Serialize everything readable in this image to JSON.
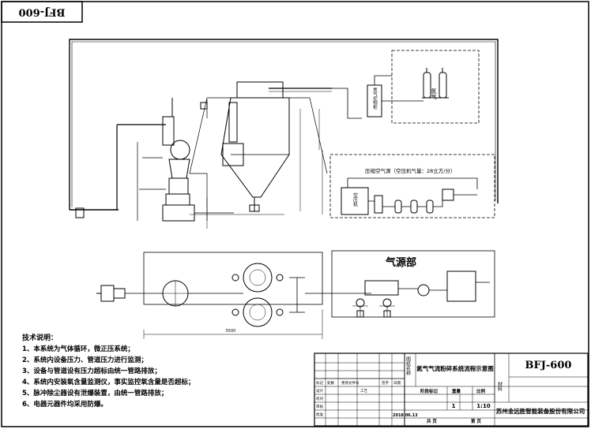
{
  "drawing_number_box": "BFJ-600",
  "gas_source_title": "气源部",
  "compressed_air_label": "压缩空气源（空压机气量：28立方/分）",
  "air_compressor_label": "空压机",
  "nitrogen_label": "氮气",
  "nitrogen_cabinet_label": "氮气控制柜",
  "dimension_bottom": "5500",
  "notes": {
    "title": "技术说明：",
    "items": [
      "1、本系统为气体循环，微正压系统；",
      "2、系统内设备压力、管道压力进行监测；",
      "3、设备与管道设有压力超标由统一管路排放；",
      "4、系统内安装氧含量监测仪，事实监控氧含量是否超标；",
      "5、脉冲除尘器设有泄爆装置，由统一管路排放；",
      "6、电器元器件均采用防爆。"
    ]
  },
  "title_block": {
    "doc_label": "图纸名称",
    "title": "氮气气流粉碎系统流程示意图",
    "code": "BFJ-600",
    "material_label": "材料",
    "stage_label": "阶段标记",
    "weight_label": "重量",
    "scale_label": "比例",
    "quantity": "1",
    "scale": "1:10",
    "sheet_label": "共 页",
    "page_label": "第 页",
    "company": "苏州金远胜智能装备股份有限公司",
    "date": "2018.06.13",
    "rows": [
      "标记",
      "处数",
      "更改文件号",
      "签字",
      "日期",
      "设计",
      "校对",
      "审核",
      "工艺",
      "批准"
    ]
  },
  "colors": {
    "line": "#000000",
    "background": "#ffffff"
  }
}
